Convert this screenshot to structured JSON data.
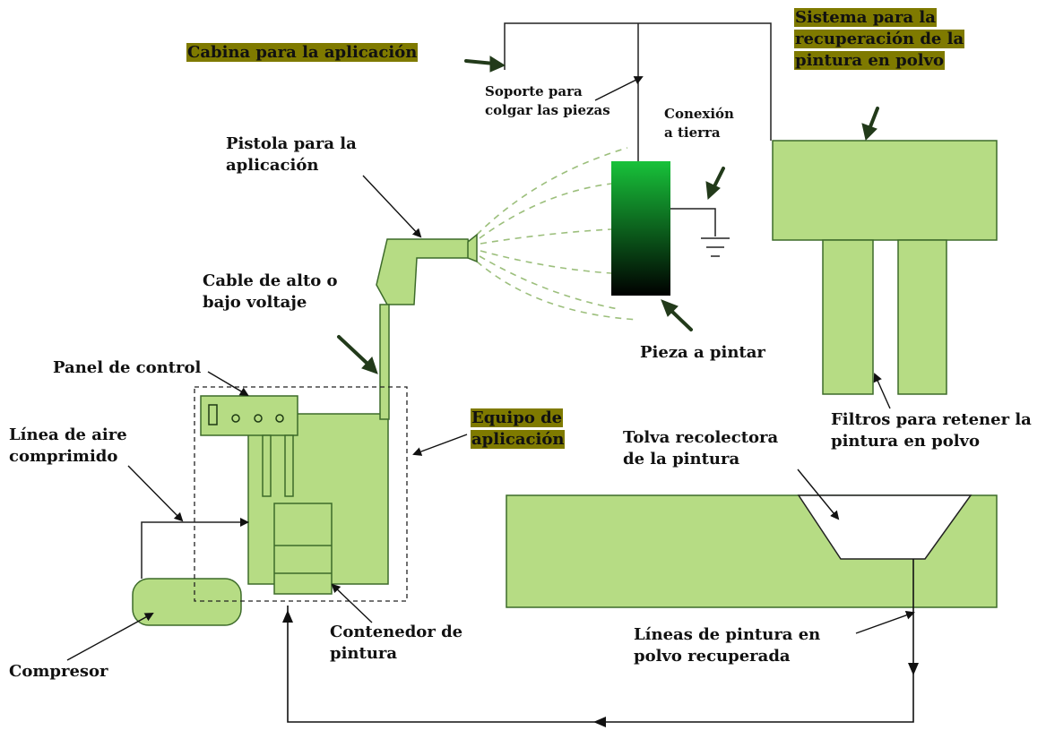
{
  "labels": {
    "cabina": "Cabina para la aplicación",
    "sistema_1": "Sistema para la",
    "sistema_2": "recuperación de la",
    "sistema_3": "pintura en polvo",
    "soporte": "Soporte para\ncolgar las piezas",
    "conexion": "Conexión\na tierra",
    "pistola": "Pistola para la\naplicación",
    "cable": "Cable de alto o\nbajo voltaje",
    "pieza": "Pieza a pintar",
    "panel": "Panel de control",
    "linea_aire": "Línea de aire\ncomprimido",
    "equipo_1": "Equipo de",
    "equipo_2": "aplicación",
    "filtros": "Filtros para retener la\npintura en polvo",
    "tolva": "Tolva recolectora\nde la pintura",
    "contenedor": "Contenedor de\npintura",
    "lineas_pintura": "Líneas de pintura en\npolvo recuperada",
    "compresor": "Compresor"
  },
  "colors": {
    "fill": "#b6dc84",
    "stroke": "#3d6b2a",
    "arrow": "#223a1a",
    "highlight": "#7f7a00",
    "piece_top": "#18c23a",
    "piece_bottom": "#000000"
  }
}
